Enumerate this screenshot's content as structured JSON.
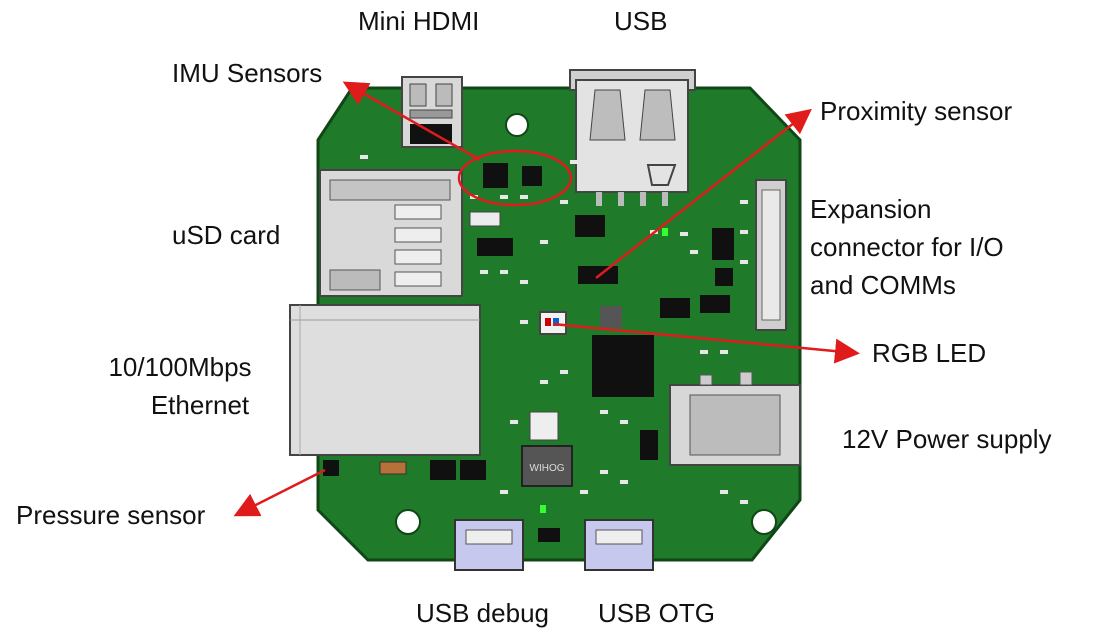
{
  "colors": {
    "pcb": "#1f7a2a",
    "pcb_edge": "#0f4716",
    "arrow": "#e01b1b",
    "chip": "#101010",
    "metal": "#c9c9c9",
    "usb_blue": "#c7c8ee"
  },
  "labels": {
    "mini_hdmi": "Mini HDMI",
    "usb": "USB",
    "imu": "IMU Sensors",
    "proximity": "Proximity sensor",
    "usd": "uSD card",
    "expansion_1": "Expansion",
    "expansion_2": "connector for I/O",
    "expansion_3": "and COMMs",
    "rgb": "RGB LED",
    "ethernet_1": "10/100Mbps",
    "ethernet_2": "Ethernet",
    "power": "12V Power supply",
    "pressure": "Pressure sensor",
    "usb_debug": "USB debug",
    "usb_otg": "USB OTG"
  },
  "inductor_text": "WIHOG"
}
